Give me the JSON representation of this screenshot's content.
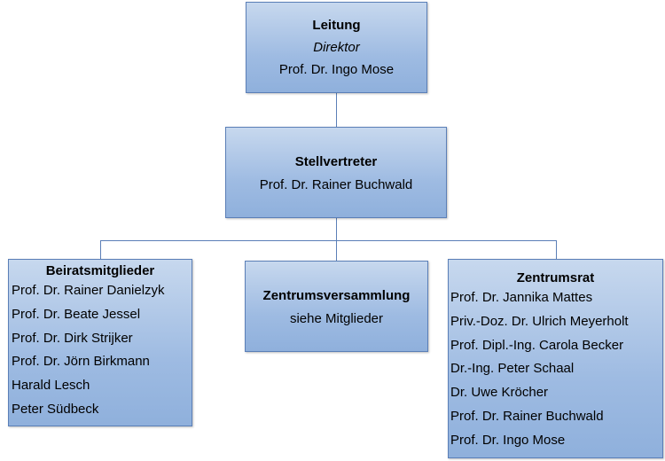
{
  "leitung": {
    "title": "Leitung",
    "role": "Direktor",
    "name": "Prof. Dr. Ingo Mose"
  },
  "stellvertreter": {
    "title": "Stellvertreter",
    "name": "Prof. Dr. Rainer Buchwald"
  },
  "beirat": {
    "title": "Beiratsmitglieder",
    "members": [
      "Prof. Dr. Rainer Danielzyk",
      "Prof. Dr. Beate Jessel",
      "Prof. Dr. Dirk Strijker",
      "Prof. Dr. Jörn Birkmann",
      "Harald Lesch",
      "Peter Südbeck"
    ]
  },
  "versammlung": {
    "title": "Zentrumsversammlung",
    "note": "siehe Mitglieder"
  },
  "zentrumsrat": {
    "title": "Zentrumsrat",
    "members": [
      "Prof. Dr. Jannika Mattes",
      "Priv.-Doz. Dr. Ulrich Meyerholt",
      "Prof. Dipl.-Ing. Carola Becker",
      "Dr.-Ing. Peter Schaal",
      "Dr. Uwe Kröcher",
      "Prof. Dr. Rainer Buchwald",
      "Prof. Dr. Ingo Mose"
    ]
  },
  "colors": {
    "box_fill": "#9ebbe2",
    "box_border": "#5b7fb7",
    "connector": "#5b7fb7"
  }
}
